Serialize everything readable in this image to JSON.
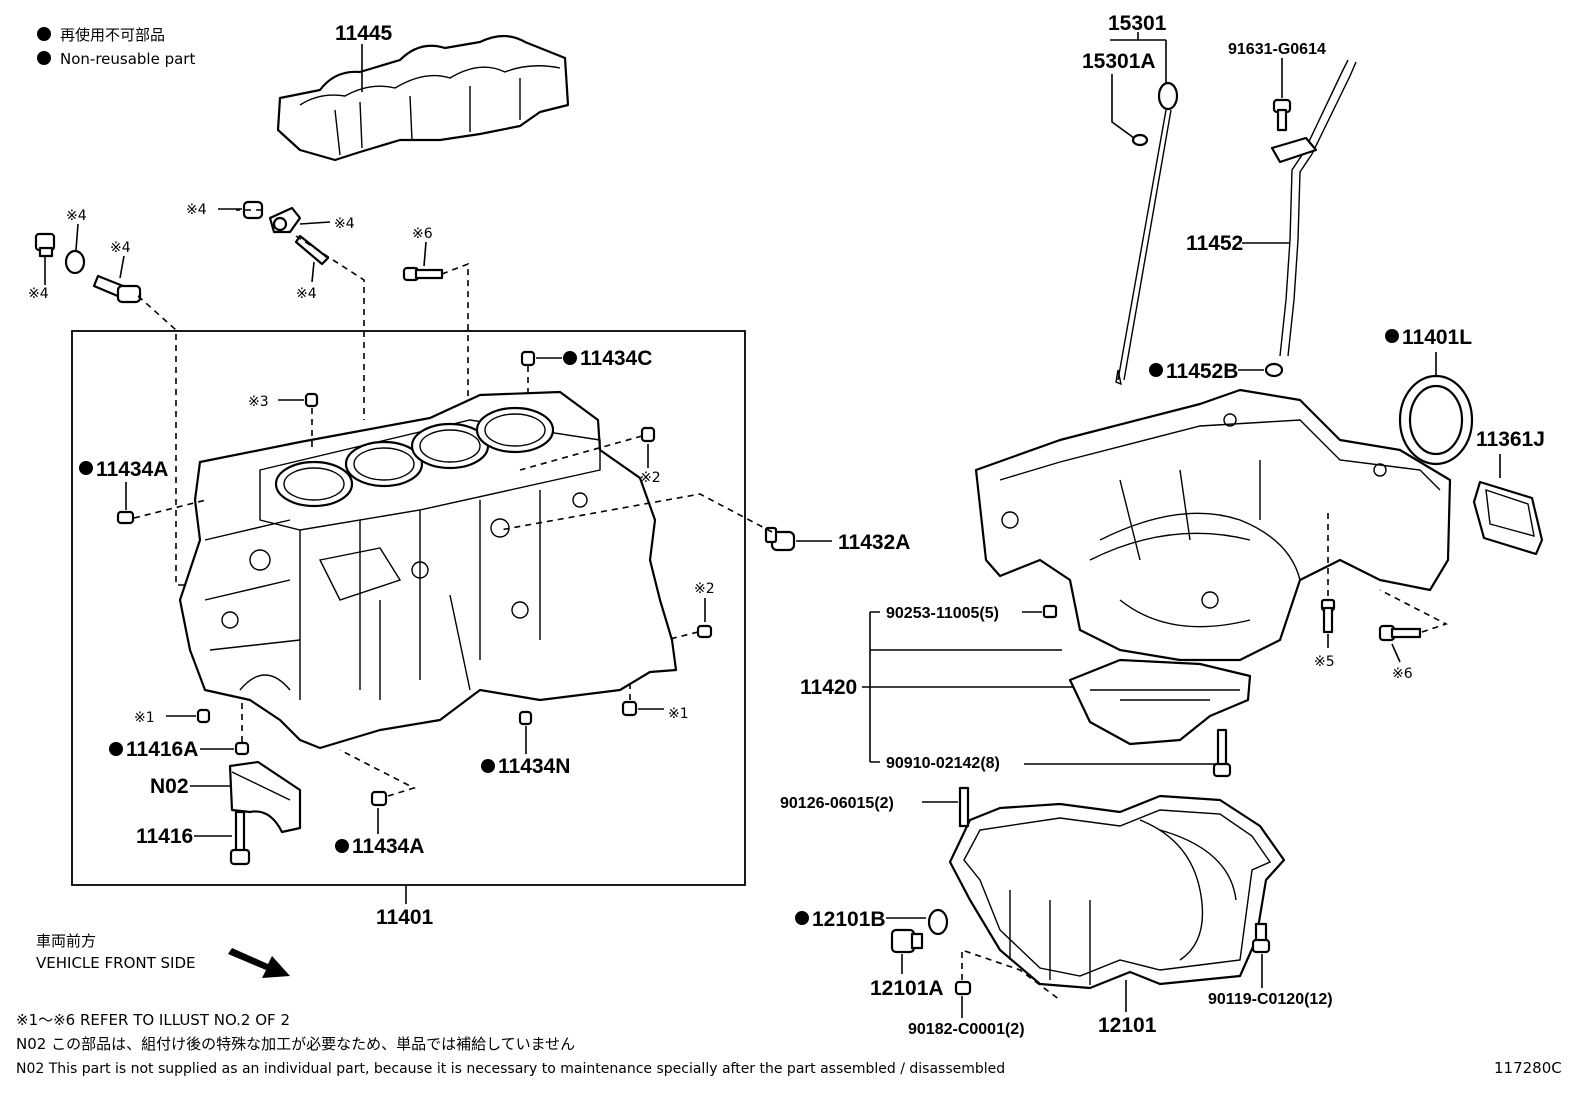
{
  "legend": {
    "non_reusable_jp": "再使用不可部品",
    "non_reusable_en": "Non-reusable part"
  },
  "direction": {
    "jp": "車両前方",
    "en": "VEHICLE FRONT SIDE"
  },
  "footnotes": {
    "refer": "※1～※6 REFER TO ILLUST NO.2 OF 2",
    "n02_jp": "N02  この部品は、組付け後の特殊な加工が必要なため、単品では補給していません",
    "n02_en": "N02  This part is not supplied as an individual part, because it is necessary to maintenance specially after the part assembled / disassembled",
    "illust_id": "117280C"
  },
  "parts": {
    "p11445": "11445",
    "p15301": "15301",
    "p15301A": "15301A",
    "p91631": "91631-G0614",
    "p11452": "11452",
    "p11452B": "11452B",
    "p11401L": "11401L",
    "p11361J": "11361J",
    "p11434C": "11434C",
    "p11434A_left": "11434A",
    "p11434A_bottom": "11434A",
    "p11434N": "11434N",
    "p11432A": "11432A",
    "p11416A": "11416A",
    "pN02": "N02",
    "p11416": "11416",
    "p11401": "11401",
    "p90253": "90253-11005(5)",
    "p11420": "11420",
    "p90910": "90910-02142(8)",
    "p90126": "90126-06015(2)",
    "p12101B": "12101B",
    "p12101A": "12101A",
    "p90182": "90182-C0001(2)",
    "p12101": "12101",
    "p90119": "90119-C0120(12)"
  },
  "marks": {
    "m4_a": "※4",
    "m4_b": "※4",
    "m4_c": "※4",
    "m4_d": "※4",
    "m4_e": "※4",
    "m4_f": "※4",
    "m6_a": "※6",
    "m3": "※3",
    "m2_a": "※2",
    "m2_b": "※2",
    "m1_a": "※1",
    "m1_b": "※1",
    "m5": "※5",
    "m6_b": "※6"
  }
}
